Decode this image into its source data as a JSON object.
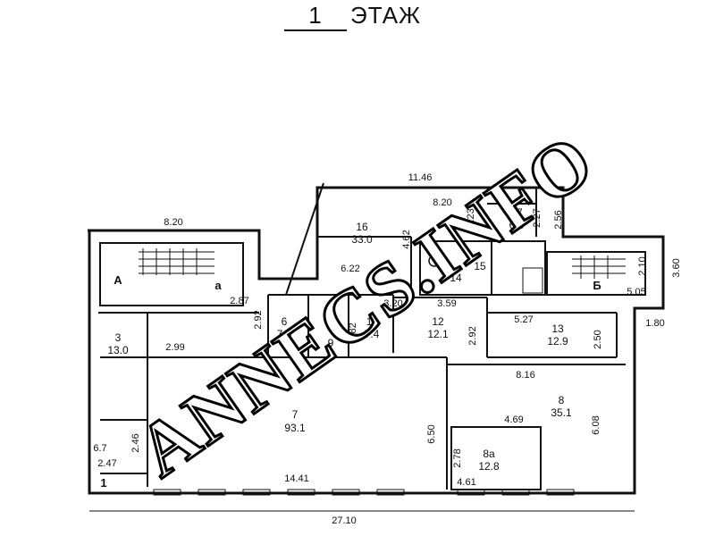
{
  "title": {
    "number": "1",
    "label": "ЭТАЖ"
  },
  "watermark": "ANNECS.INFO",
  "rooms": [
    {
      "id": "16",
      "area": "33.0"
    },
    {
      "id": "17",
      "area": "6.0"
    },
    {
      "id": "15",
      "area": ""
    },
    {
      "id": "14",
      "area": ""
    },
    {
      "id": "13",
      "area": "12.9"
    },
    {
      "id": "12",
      "area": "12.1"
    },
    {
      "id": "11",
      "area": "7.4"
    },
    {
      "id": "10",
      "area": ""
    },
    {
      "id": "9",
      "area": ""
    },
    {
      "id": "7",
      "area": "93.1"
    },
    {
      "id": "6",
      "area": "7.8"
    },
    {
      "id": "3",
      "area": "13.0"
    },
    {
      "id": "8",
      "area": "35.1"
    },
    {
      "id": "8a",
      "area": "12.8"
    }
  ],
  "letters": [
    "A",
    "а",
    "Б",
    "1"
  ],
  "dimensions": [
    "8.20",
    "11.46",
    "8.20",
    "1.23",
    "2.27",
    "2.56",
    "4.62",
    "6.22",
    "2.10",
    "3.60",
    "5.05",
    "2.87",
    "2.92",
    "2.99",
    "3.20",
    "3.59",
    "2.82",
    "2.92",
    "5.27",
    "2.50",
    "1.80",
    "8.16",
    "4.69",
    "6.08",
    "6.50",
    "2.78",
    "4.61",
    "14.41",
    "27.10",
    "2.46",
    "2.47",
    "6.7"
  ]
}
